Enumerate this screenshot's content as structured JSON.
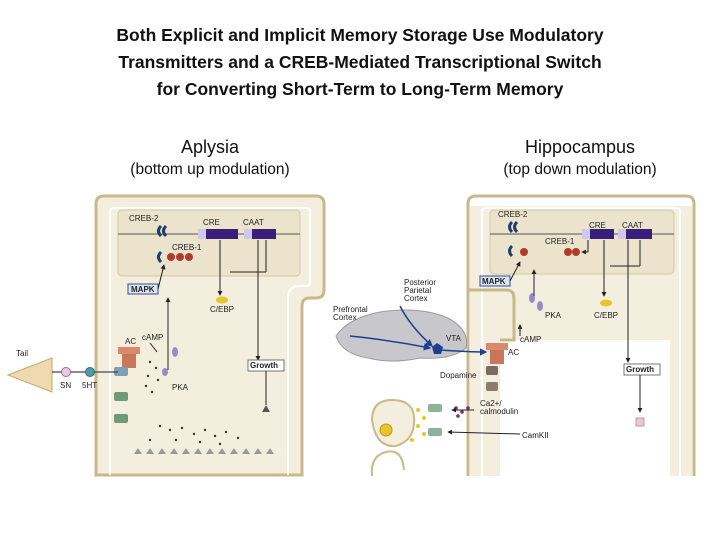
{
  "title": {
    "line1": "Both Explicit and Implicit Memory Storage Use Modulatory",
    "line2": "Transmitters and a CREB-Mediated Transcriptional Switch",
    "line3": "for Converting Short-Term to Long-Term Memory"
  },
  "left": {
    "heading": "Aplysia",
    "subheading": "(bottom up modulation)",
    "labels": {
      "creb2": "CREB-2",
      "cre": "CRE",
      "caat": "CAAT",
      "creb1": "CREB-1",
      "mapk": "MAPK",
      "cebp": "C/EBP",
      "ac": "AC",
      "camp": "cAMP",
      "pka": "PKA",
      "growth": "Growth",
      "tail": "Tail",
      "sn": "SN",
      "ht": "5HT"
    }
  },
  "right": {
    "heading": "Hippocampus",
    "subheading": "(top down modulation)",
    "labels": {
      "creb2": "CREB-2",
      "cre": "CRE",
      "caat": "CAAT",
      "creb1": "CREB-1",
      "mapk": "MAPK",
      "pka": "PKA",
      "cebp": "C/EBP",
      "ac": "AC",
      "camp": "cAMP",
      "growth": "Growth",
      "ppc1": "Posterior",
      "ppc2": "Parietal",
      "ppc3": "Cortex",
      "pfc1": "Prefrontal",
      "pfc2": "Cortex",
      "vta": "VTA",
      "dopamine": "Dopamine",
      "ca1": "Ca2+/",
      "ca2": "calmodulin",
      "camkii": "CamKII"
    }
  },
  "colors": {
    "cell_fill": "#f3eede",
    "cell_border": "#c9b98a",
    "gene_purple": "#3a1f7a",
    "creb2_blue": "#1f3c6e",
    "creb1_red": "#b23a2c",
    "cebp_yellow": "#e8c52a",
    "ac_salmon": "#d98a6e",
    "mapk_blue": "#2c4f9e",
    "vta_blue": "#1e3f8f",
    "brain_gray": "#c7c7cc"
  }
}
